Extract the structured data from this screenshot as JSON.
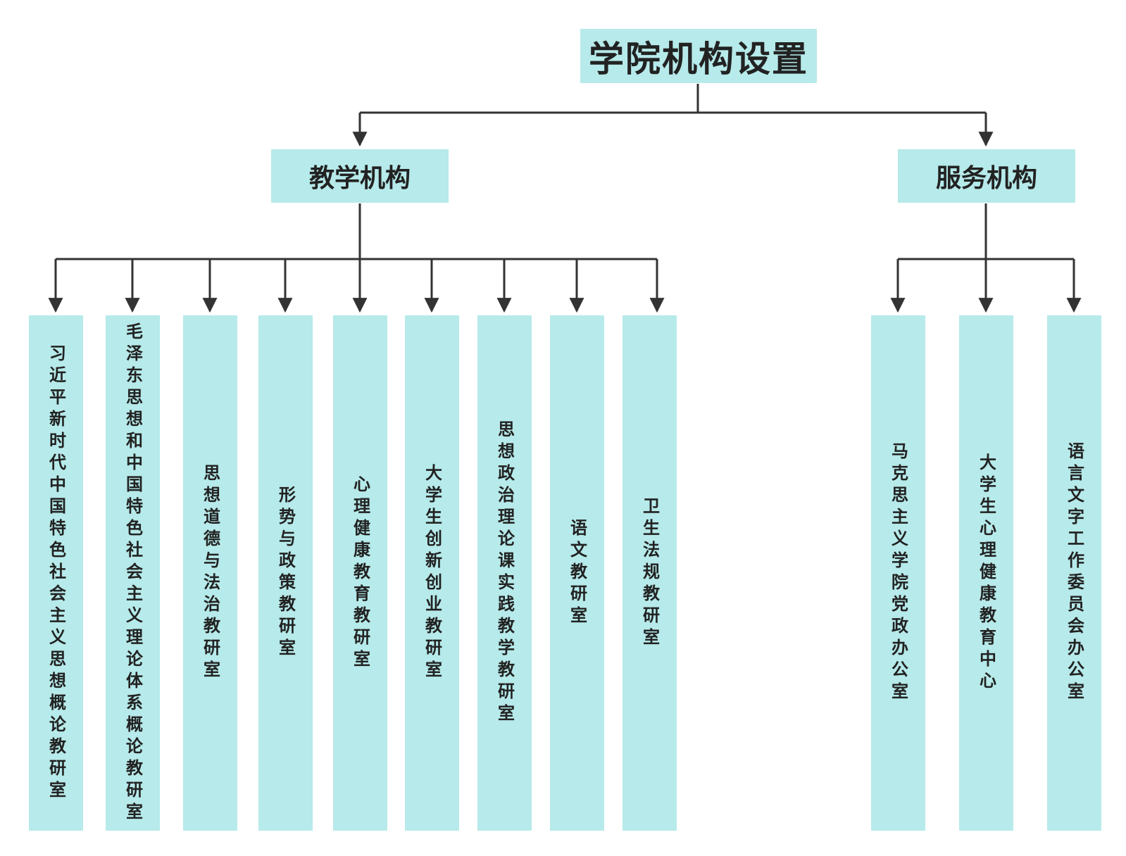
{
  "root": {
    "label": "学院机构设置"
  },
  "branches": [
    {
      "label": "教学机构"
    },
    {
      "label": "服务机构"
    }
  ],
  "teaching_units": [
    "习近平新时代中国特色社会主义思想概论教研室",
    "毛泽东思想和中国特色社会主义理论体系概论教研室",
    "思想道德与法治教研室",
    "形势与政策教研室",
    "心理健康教育教研室",
    "大学生创新创业教研室",
    "思想政治理论课实践教学教研室",
    "语文教研室",
    "卫生法规教研室"
  ],
  "service_units": [
    "马克思主义学院党政办公室",
    "大学生心理健康教育中心",
    "语言文字工作委员会办公室"
  ],
  "colors": {
    "box_fill": "#b7eaea",
    "line": "#333333",
    "text": "#222222"
  }
}
